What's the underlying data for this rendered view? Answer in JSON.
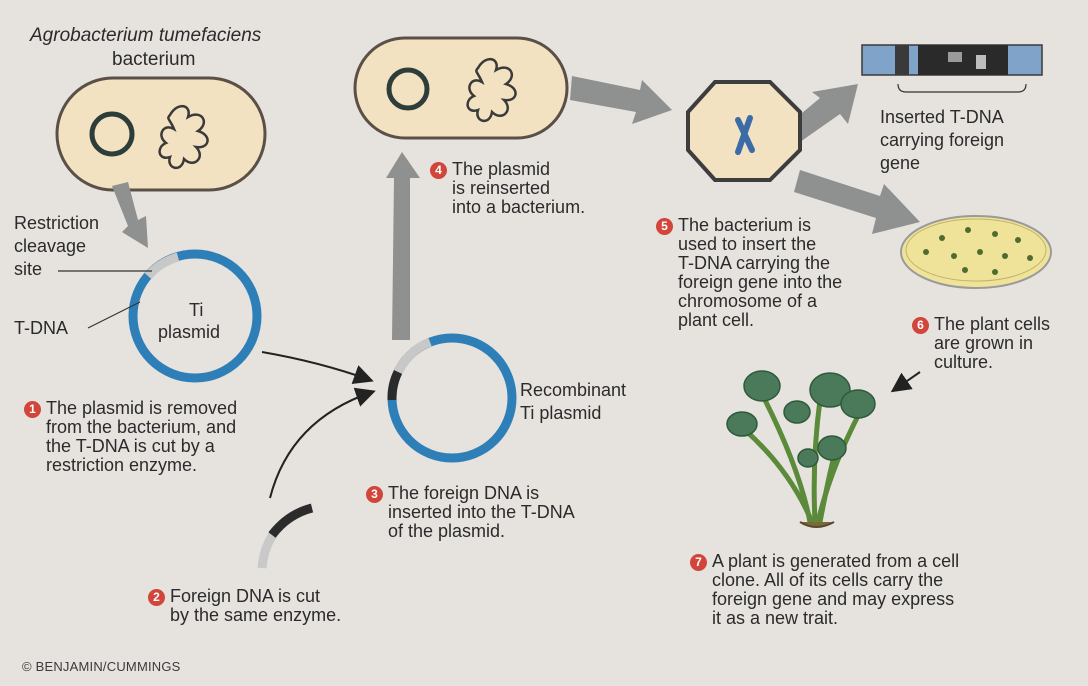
{
  "organism": {
    "name": "Agrobacterium tumefaciens",
    "type": "bacterium"
  },
  "labels": {
    "restriction_site": [
      "Restriction",
      "cleavage",
      "site"
    ],
    "t_dna": "T-DNA",
    "ti_plasmid": [
      "Ti",
      "plasmid"
    ],
    "recombinant": [
      "Recombinant",
      "Ti plasmid"
    ],
    "inserted_tdna": [
      "Inserted T-DNA",
      "carrying foreign",
      "gene"
    ]
  },
  "steps": [
    {
      "num": "1",
      "lines": [
        "The plasmid is removed",
        "from the bacterium, and",
        "the T-DNA is cut by a",
        "restriction enzyme."
      ]
    },
    {
      "num": "2",
      "lines": [
        "Foreign DNA is cut",
        "by the same enzyme."
      ]
    },
    {
      "num": "3",
      "lines": [
        "The foreign DNA is",
        "inserted into the T-DNA",
        "of the plasmid."
      ]
    },
    {
      "num": "4",
      "lines": [
        "The plasmid",
        "is reinserted",
        "into a bacterium."
      ]
    },
    {
      "num": "5",
      "lines": [
        "The bacterium is",
        "used to insert the",
        "T-DNA carrying the",
        "foreign gene into the",
        "chromosome of a",
        "plant cell."
      ]
    },
    {
      "num": "6",
      "lines": [
        "The plant cells",
        "are grown in",
        "culture."
      ]
    },
    {
      "num": "7",
      "lines": [
        "A plant is generated from a cell",
        "clone. All of its cells carry the",
        "foreign gene and may express",
        "it as a new trait."
      ]
    }
  ],
  "credit": "© BENJAMIN/CUMMINGS",
  "colors": {
    "background": "#e6e3df",
    "bacterium_fill": "#f3e2c2",
    "plasmid_blue": "#2e7fb8",
    "arrow_gray": "#8f9090",
    "step_red": "#d2453a",
    "dish_yellow": "#efe39a",
    "leaf_green": "#4a7a5a"
  }
}
